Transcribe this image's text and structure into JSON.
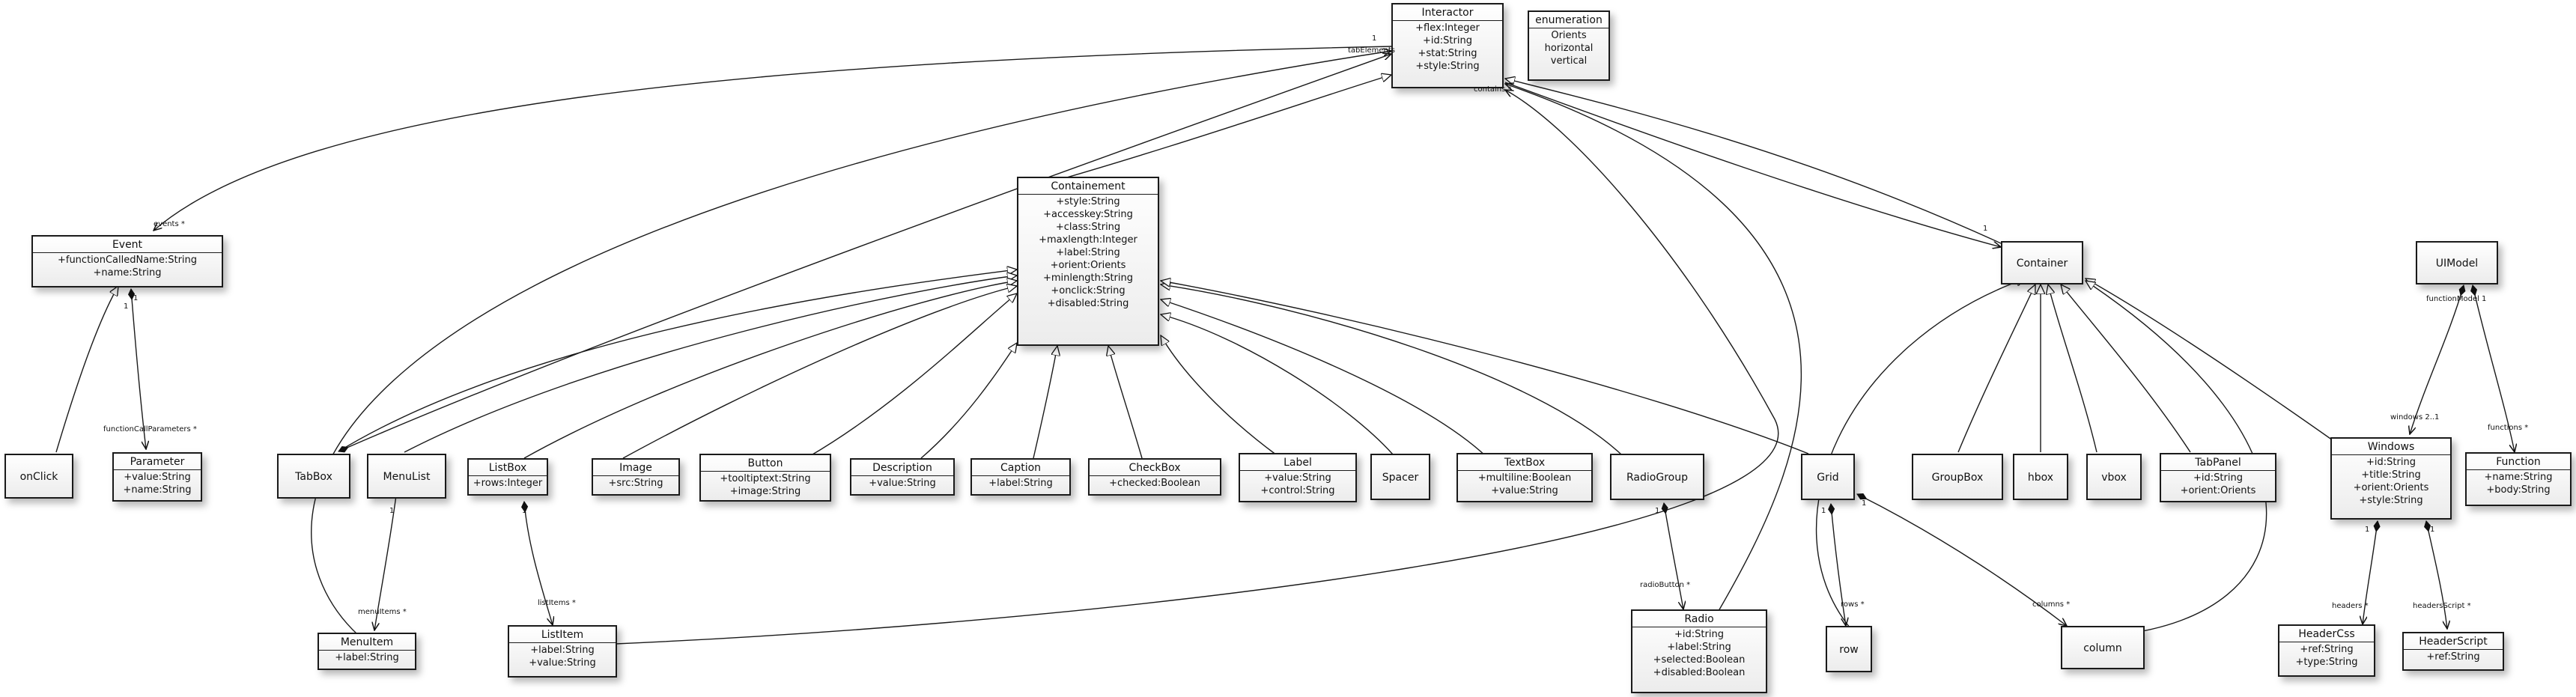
{
  "classes": [
    {
      "id": "interactor",
      "name": "Interactor",
      "attrs": [
        "+flex:Integer",
        "+id:String",
        "+stat:String",
        "+style:String"
      ]
    },
    {
      "id": "orients",
      "name": "enumeration",
      "attrs": [
        "Orients",
        "horizontal",
        "vertical"
      ]
    },
    {
      "id": "containment",
      "name": "Containement",
      "attrs": [
        "+style:String",
        "+accesskey:String",
        "+class:String",
        "+maxlength:Integer",
        "+label:String",
        "+orient:Orients",
        "+minlength:String",
        "+onclick:String",
        "+disabled:String"
      ]
    },
    {
      "id": "event",
      "name": "Event",
      "attrs": [
        "+functionCalledName:String",
        "+name:String"
      ]
    },
    {
      "id": "container",
      "name": "Container",
      "attrs": []
    },
    {
      "id": "uimodel",
      "name": "UIModel",
      "attrs": []
    },
    {
      "id": "onclick",
      "name": "onClick",
      "attrs": []
    },
    {
      "id": "parameter",
      "name": "Parameter",
      "attrs": [
        "+value:String",
        "+name:String"
      ]
    },
    {
      "id": "tabbox",
      "name": "TabBox",
      "attrs": []
    },
    {
      "id": "menulist",
      "name": "MenuList",
      "attrs": []
    },
    {
      "id": "listbox",
      "name": "ListBox",
      "attrs": [
        "+rows:Integer"
      ]
    },
    {
      "id": "image",
      "name": "Image",
      "attrs": [
        "+src:String"
      ]
    },
    {
      "id": "button",
      "name": "Button",
      "attrs": [
        "+tooltiptext:String",
        "+image:String"
      ]
    },
    {
      "id": "description",
      "name": "Description",
      "attrs": [
        "+value:String"
      ]
    },
    {
      "id": "caption",
      "name": "Caption",
      "attrs": [
        "+label:String"
      ]
    },
    {
      "id": "checkbox",
      "name": "CheckBox",
      "attrs": [
        "+checked:Boolean"
      ]
    },
    {
      "id": "label",
      "name": "Label",
      "attrs": [
        "+value:String",
        "+control:String"
      ]
    },
    {
      "id": "spacer",
      "name": "Spacer",
      "attrs": []
    },
    {
      "id": "textbox",
      "name": "TextBox",
      "attrs": [
        "+multiline:Boolean",
        "+value:String"
      ]
    },
    {
      "id": "radiogroup",
      "name": "RadioGroup",
      "attrs": []
    },
    {
      "id": "grid",
      "name": "Grid",
      "attrs": []
    },
    {
      "id": "groupbox",
      "name": "GroupBox",
      "attrs": []
    },
    {
      "id": "hbox",
      "name": "hbox",
      "attrs": []
    },
    {
      "id": "vbox",
      "name": "vbox",
      "attrs": []
    },
    {
      "id": "tabpanel",
      "name": "TabPanel",
      "attrs": [
        "+id:String",
        "+orient:Orients"
      ]
    },
    {
      "id": "windows",
      "name": "Windows",
      "attrs": [
        "+id:String",
        "+title:String",
        "+orient:Orients",
        "+style:String"
      ]
    },
    {
      "id": "function",
      "name": "Function",
      "attrs": [
        "+name:String",
        "+body:String"
      ]
    },
    {
      "id": "menuitem",
      "name": "MenuItem",
      "attrs": [
        "+label:String"
      ]
    },
    {
      "id": "listitem",
      "name": "ListItem",
      "attrs": [
        "+label:String",
        "+value:String"
      ]
    },
    {
      "id": "radio",
      "name": "Radio",
      "attrs": [
        "+id:String",
        "+label:String",
        "+selected:Boolean",
        "+disabled:Boolean"
      ]
    },
    {
      "id": "row",
      "name": "row",
      "attrs": []
    },
    {
      "id": "column",
      "name": "column",
      "attrs": []
    },
    {
      "id": "headercss",
      "name": "HeaderCss",
      "attrs": [
        "+ref:String",
        "+type:String"
      ]
    },
    {
      "id": "headerscript",
      "name": "HeaderScript",
      "attrs": [
        "+ref:String"
      ]
    }
  ],
  "edge_labels": [
    {
      "id": "l_events",
      "text": "events *"
    },
    {
      "id": "l_event_one",
      "text": "1"
    },
    {
      "id": "l_params_one",
      "text": "1"
    },
    {
      "id": "l_params",
      "text": "functionCallParameters *"
    },
    {
      "id": "l_tabelements",
      "text": "tabElements"
    },
    {
      "id": "l_interactor_one",
      "text": "1"
    },
    {
      "id": "l_contains",
      "text": "contains *"
    },
    {
      "id": "l_container_one",
      "text": "1"
    },
    {
      "id": "l_functionmodel",
      "text": "functionModel 1"
    },
    {
      "id": "l_windows",
      "text": "windows 2..1"
    },
    {
      "id": "l_functions",
      "text": "functions *"
    },
    {
      "id": "l_menulist_one",
      "text": "1"
    },
    {
      "id": "l_menuitems",
      "text": "menuItems *"
    },
    {
      "id": "l_listbox_one",
      "text": "1"
    },
    {
      "id": "l_listitems",
      "text": "listItems *"
    },
    {
      "id": "l_radiogroup_one",
      "text": "1"
    },
    {
      "id": "l_radiobutton",
      "text": "radioButton *"
    },
    {
      "id": "l_grid_one_a",
      "text": "1"
    },
    {
      "id": "l_grid_one_b",
      "text": "1"
    },
    {
      "id": "l_rows",
      "text": "rows *"
    },
    {
      "id": "l_columns",
      "text": "columns *"
    },
    {
      "id": "l_windows_one_a",
      "text": "1"
    },
    {
      "id": "l_windows_one_b",
      "text": "1"
    },
    {
      "id": "l_headers",
      "text": "headers *"
    },
    {
      "id": "l_headerscript",
      "text": "headersScript *"
    }
  ]
}
